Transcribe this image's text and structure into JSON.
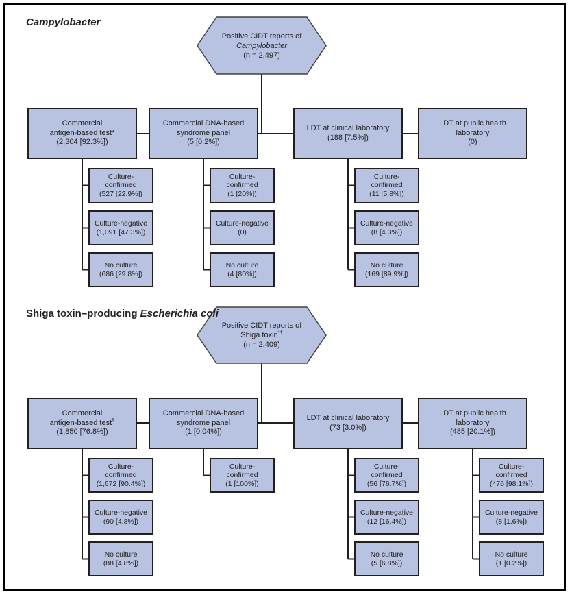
{
  "colors": {
    "box_fill": "#b7c3e1",
    "box_border": "#231f20",
    "hexagon_border": "#414042",
    "outer_border": "#000000",
    "text": "#231f20"
  },
  "sections": [
    {
      "title_plain": "",
      "title_italic": "Campylobacter",
      "hexagon": {
        "line1": "Positive CIDT reports of",
        "line2_plain": "",
        "line2_italic": "Campylobacter",
        "line2_sup": "",
        "line3": "(n = 2,497)"
      },
      "branches": [
        {
          "line1": "Commercial",
          "line2": "antigen-based test*",
          "sup": "",
          "value": "(2,304 [92.3%])",
          "children": [
            {
              "l1": "Culture-",
              "l2": "confirmed",
              "value": "(527 [22.9%])"
            },
            {
              "l1": "Culture-negative",
              "l2": "",
              "value": "(1,091 [47.3%])"
            },
            {
              "l1": "No culture",
              "l2": "",
              "value": "(686 [29.8%])"
            }
          ]
        },
        {
          "line1": "Commercial DNA-based",
          "line2": "syndrome panel",
          "sup": "",
          "value": "(5 [0.2%])",
          "children": [
            {
              "l1": "Culture-",
              "l2": "confirmed",
              "value": "(1 [20%])"
            },
            {
              "l1": "Culture-negative",
              "l2": "",
              "value": "(0)"
            },
            {
              "l1": "No culture",
              "l2": "",
              "value": "(4 [80%])"
            }
          ]
        },
        {
          "line1": "LDT at clinical laboratory",
          "line2": "",
          "sup": "",
          "value": "(188 [7.5%])",
          "children": [
            {
              "l1": "Culture-",
              "l2": "confirmed",
              "value": "(11 [5.8%])"
            },
            {
              "l1": "Culture-negative",
              "l2": "",
              "value": "(8 [4.3%])"
            },
            {
              "l1": "No culture",
              "l2": "",
              "value": "(169 [89.9%])"
            }
          ]
        },
        {
          "line1": "LDT at public health",
          "line2": "laboratory",
          "sup": "",
          "value": "(0)",
          "children": []
        }
      ]
    },
    {
      "title_plain": "Shiga toxin–producing ",
      "title_italic": "Escherichia coli",
      "hexagon": {
        "line1": "Positive CIDT reports of",
        "line2_plain": "Shiga toxin",
        "line2_italic": "",
        "line2_sup": "*†",
        "line3": "(n = 2,409)"
      },
      "branches": [
        {
          "line1": "Commercial",
          "line2": "antigen-based test",
          "sup": "§",
          "value": "(1,850 [76.8%])",
          "children": [
            {
              "l1": "Culture-",
              "l2": "confirmed",
              "value": "(1,672 [90.4%])"
            },
            {
              "l1": "Culture-negative",
              "l2": "",
              "value": "(90 [4.8%])"
            },
            {
              "l1": "No culture",
              "l2": "",
              "value": "(88 [4.8%])"
            }
          ]
        },
        {
          "line1": "Commercial DNA-based",
          "line2": "syndrome panel",
          "sup": "",
          "value": "(1 [0.04%])",
          "children": [
            {
              "l1": "Culture-",
              "l2": "confirmed",
              "value": "(1 [100%])"
            }
          ]
        },
        {
          "line1": "LDT at clinical laboratory",
          "line2": "",
          "sup": "",
          "value": "(73 [3.0%])",
          "children": [
            {
              "l1": "Culture-",
              "l2": "confirmed",
              "value": "(56 [76.7%])"
            },
            {
              "l1": "Culture-negative",
              "l2": "",
              "value": "(12 [16.4%])"
            },
            {
              "l1": "No culture",
              "l2": "",
              "value": "(5 [6.8%])"
            }
          ]
        },
        {
          "line1": "LDT at public health",
          "line2": "laboratory",
          "sup": "",
          "value": "(485 [20.1%])",
          "children": [
            {
              "l1": "Culture-",
              "l2": "confirmed",
              "value": "(476 [98.1%])"
            },
            {
              "l1": "Culture-negative",
              "l2": "",
              "value": "(8 [1.6%])"
            },
            {
              "l1": "No culture",
              "l2": "",
              "value": "(1 [0.2%])"
            }
          ]
        }
      ]
    }
  ]
}
